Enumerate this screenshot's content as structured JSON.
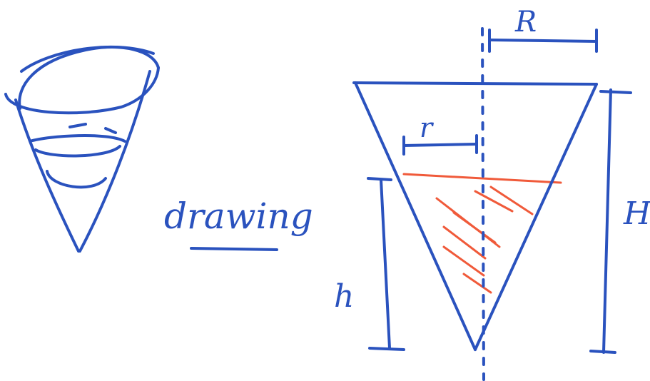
{
  "labels": {
    "caption": "drawing",
    "big_radius": "R",
    "small_radius": "r",
    "big_height": "H",
    "small_height": "h"
  },
  "colors": {
    "ink": "#2a52be",
    "water": "#f05a3a",
    "paper": "#ffffff"
  }
}
